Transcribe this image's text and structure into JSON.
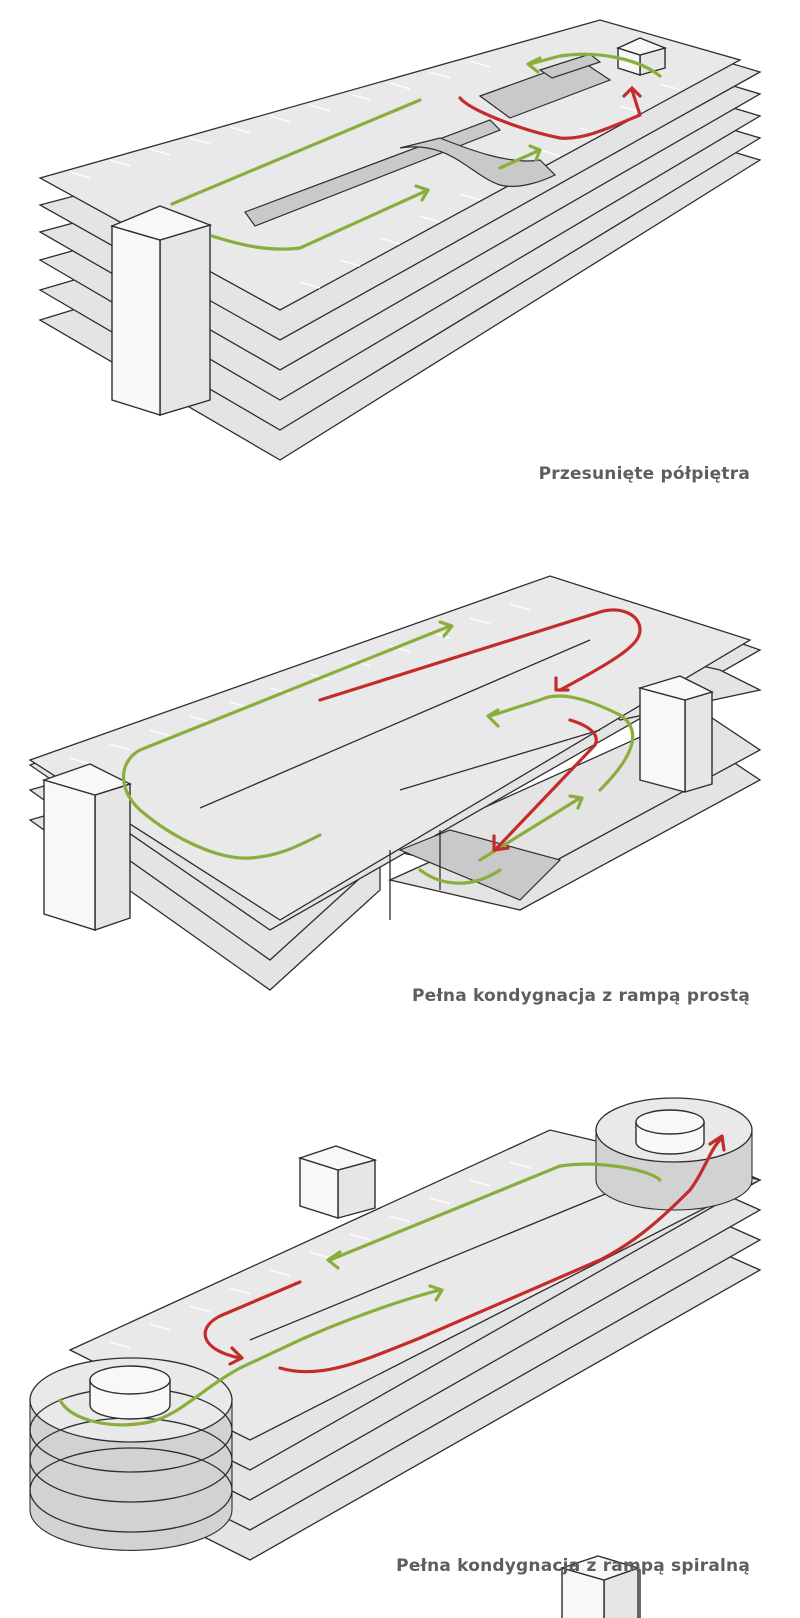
{
  "captions": {
    "split_level": "Przesunięte półpiętra",
    "straight_ramp": "Pełna kondygnacja z rampą prostą",
    "spiral_ramp": "Pełna kondygnacja z rampą spiralną"
  },
  "colors": {
    "up_route": "#8aae3e",
    "down_route": "#c42b2b",
    "caption_text": "#5e5e5e",
    "slab_fill": "#e4e4e4"
  }
}
